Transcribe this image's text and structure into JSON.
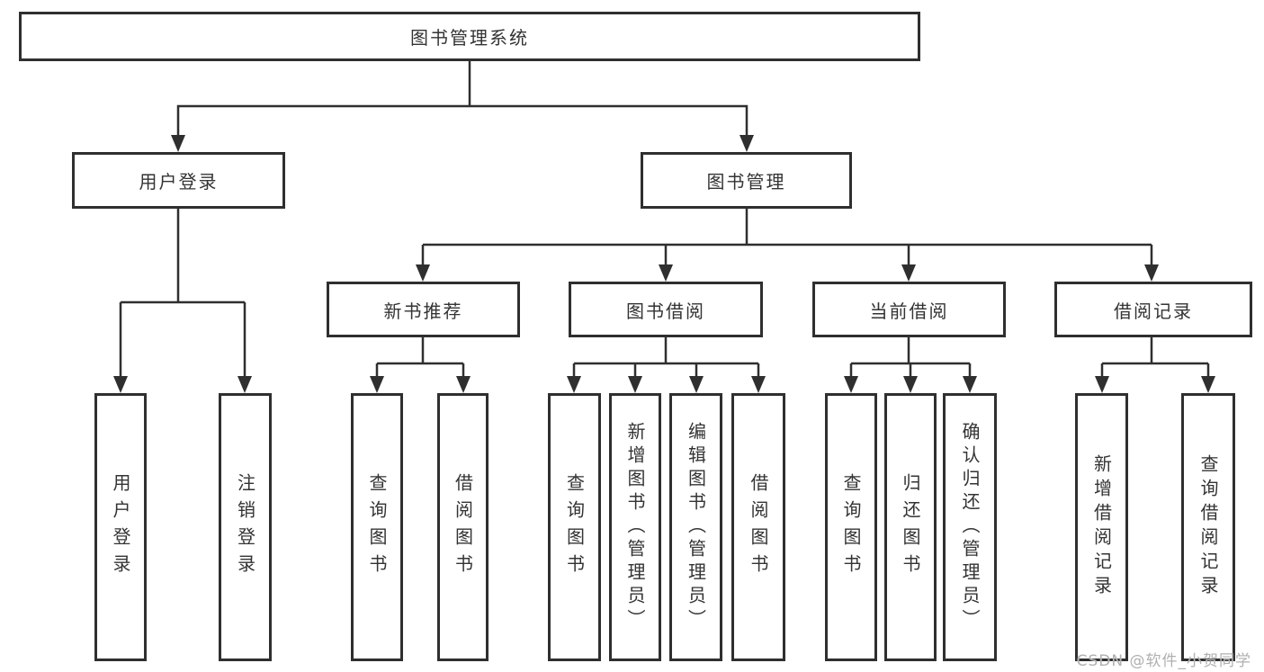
{
  "diagram": {
    "type": "hierarchy-tree",
    "root": {
      "label": "图书管理系统",
      "children": [
        {
          "label": "用户登录",
          "children": [
            {
              "label": "用户登录"
            },
            {
              "label": "注销登录"
            }
          ]
        },
        {
          "label": "图书管理",
          "children": [
            {
              "label": "新书推荐",
              "children": [
                {
                  "label": "查询图书"
                },
                {
                  "label": "借阅图书"
                }
              ]
            },
            {
              "label": "图书借阅",
              "children": [
                {
                  "label": "查询图书"
                },
                {
                  "label": "新增图书（管理员）"
                },
                {
                  "label": "编辑图书（管理员）"
                },
                {
                  "label": "借阅图书"
                }
              ]
            },
            {
              "label": "当前借阅",
              "children": [
                {
                  "label": "查询图书"
                },
                {
                  "label": "归还图书"
                },
                {
                  "label": "确认归还（管理员）"
                }
              ]
            },
            {
              "label": "借阅记录",
              "children": [
                {
                  "label": "新增借阅记录"
                },
                {
                  "label": "查询借阅记录"
                }
              ]
            }
          ]
        }
      ]
    }
  },
  "watermark": {
    "text": "CSDN @软件_小贺同学"
  },
  "colors": {
    "line": "#2f2f2f",
    "text": "#333333",
    "watermark": "#b0b0b0",
    "background": "#ffffff"
  }
}
